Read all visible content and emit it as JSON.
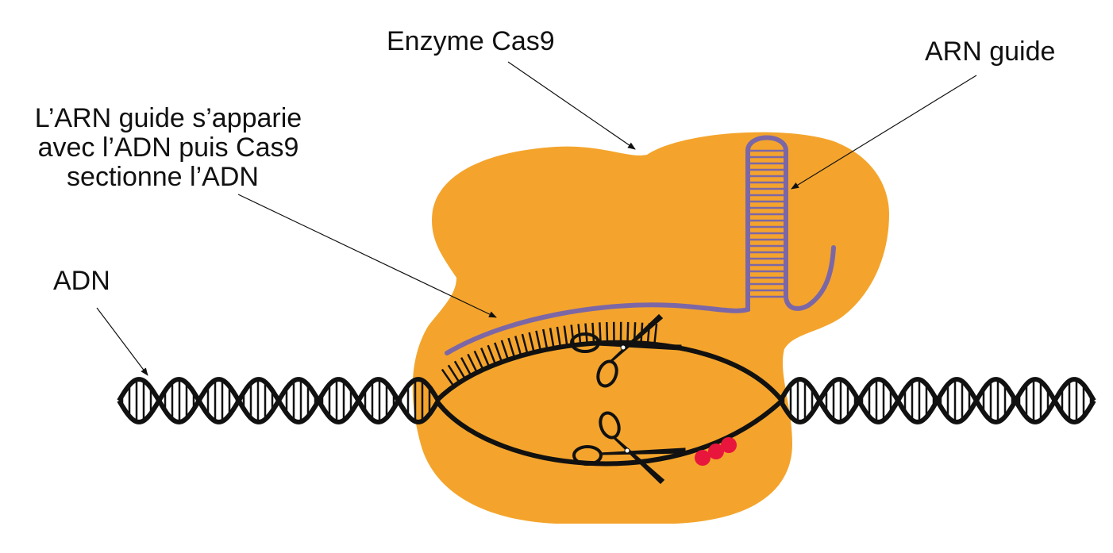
{
  "labels": {
    "enzyme": "Enzyme Cas9",
    "guide_rna": "ARN guide",
    "pairing_line1": "L’ARN guide s’apparie",
    "pairing_line2": "avec l’ADN puis Cas9",
    "pairing_line3": "sectionne l’ADN",
    "dna": "ADN"
  },
  "colors": {
    "enzyme_fill": "#F4A42C",
    "guide_rna_stroke": "#7C67A6",
    "dna_stroke": "#111111",
    "mutation_mark": "#E8163C",
    "leader_line": "#111111"
  },
  "icons": {
    "scissors": "scissors-icon"
  }
}
